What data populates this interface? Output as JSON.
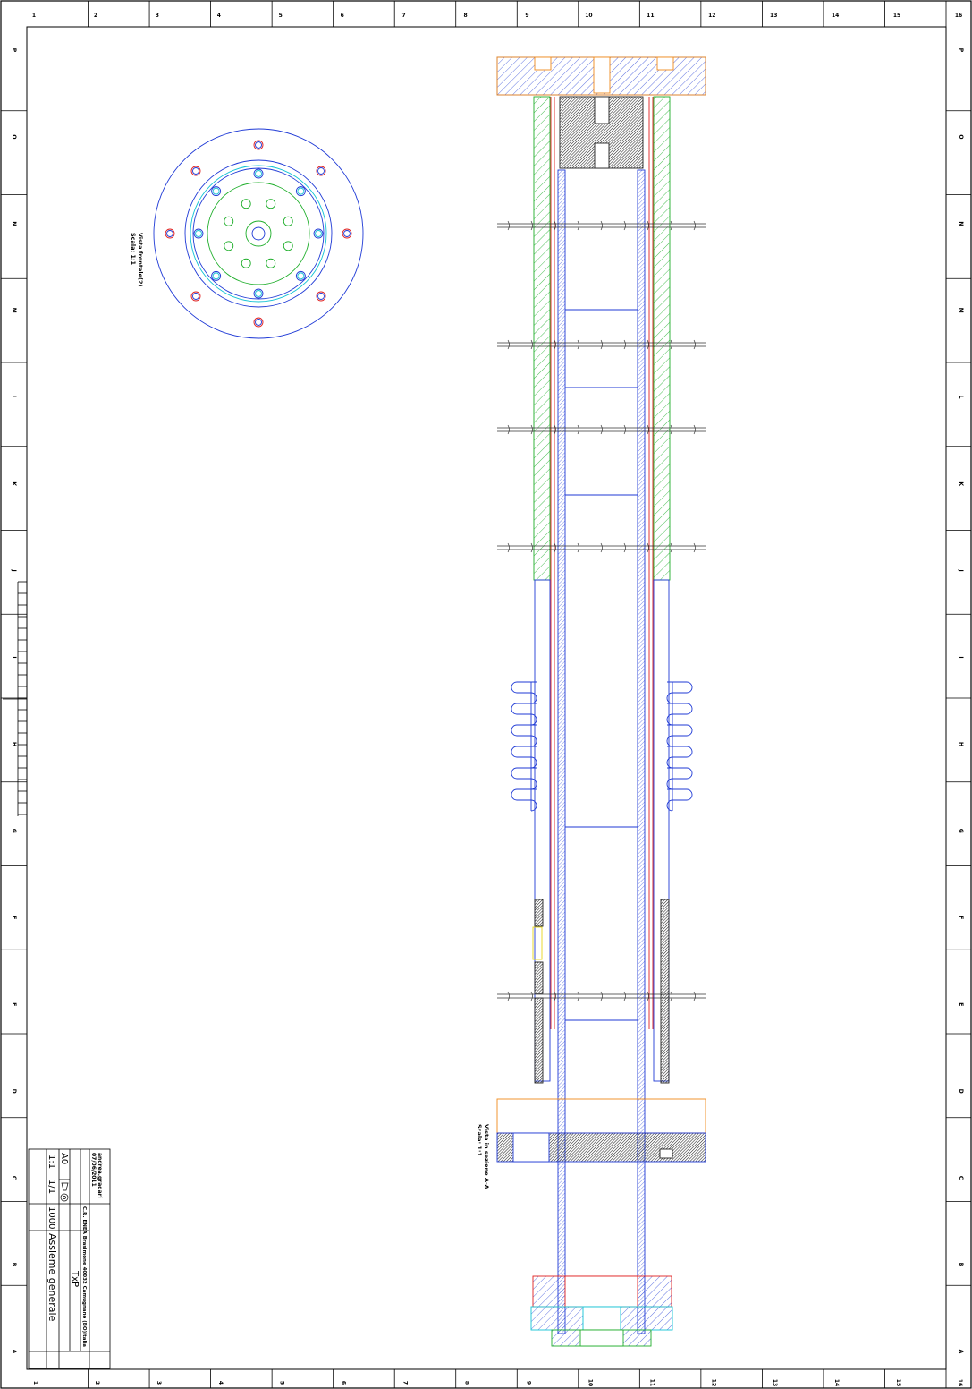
{
  "frame": {
    "col_labels": [
      "1",
      "2",
      "3",
      "4",
      "5",
      "6",
      "7",
      "8",
      "9",
      "10",
      "11",
      "12",
      "13",
      "14",
      "15",
      "16"
    ],
    "row_labels": [
      "P",
      "O",
      "N",
      "M",
      "L",
      "K",
      "J",
      "I",
      "H",
      "G",
      "F",
      "E",
      "D",
      "C",
      "B",
      "A"
    ]
  },
  "front_view": {
    "title": "Vista frontale(2)",
    "scale": "Scala: 1:1"
  },
  "section_view": {
    "title": "Vista in sezione A-A",
    "scale": "Scala: 1:1"
  },
  "title_block": {
    "author": "andrea.gradari",
    "date": "07/06/2011",
    "company": "C.R. ENEA Brasimone 40032 Camugnano (BO)Italia",
    "sheet_size": "A0",
    "drawing_number": "TxP",
    "scale": "1:1",
    "sheet": "1/1",
    "weight": "1000",
    "title": "Assieme generale"
  },
  "colors": {
    "frame": "#000000",
    "blue": "#1f3ad6",
    "red": "#e02020",
    "green": "#1fae2b",
    "orange": "#f08a1c",
    "cyan": "#13c3d4",
    "yellow": "#e6d61a",
    "dark": "#2b2b2b"
  }
}
